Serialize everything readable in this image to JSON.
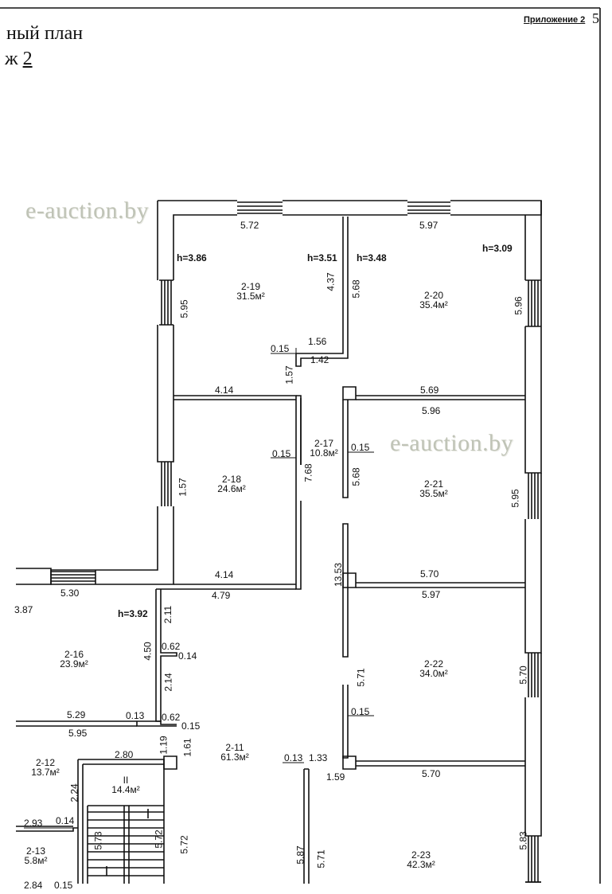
{
  "header": {
    "title_line1": "ный план",
    "title_line2_prefix": "ж",
    "title_line2_number": "2",
    "appendix": "Приложение 2",
    "corner_mark": "5"
  },
  "watermarks": [
    "e-auction.by",
    "e-auction.by"
  ],
  "rooms": [
    {
      "id": "2-19",
      "area": "31.5м²"
    },
    {
      "id": "2-20",
      "area": "35.4м²"
    },
    {
      "id": "2-17",
      "area": "10.8м²"
    },
    {
      "id": "2-18",
      "area": "24.6м²"
    },
    {
      "id": "2-21",
      "area": "35.5м²"
    },
    {
      "id": "2-16",
      "area": "23.9м²"
    },
    {
      "id": "2-22",
      "area": "34.0м²"
    },
    {
      "id": "2-11",
      "area": "61.3м²"
    },
    {
      "id": "2-12",
      "area": "13.7м²"
    },
    {
      "id": "II",
      "area": "14.4м²"
    },
    {
      "id": "2-13",
      "area": "5.8м²"
    },
    {
      "id": "2-23",
      "area": "42.3м²"
    }
  ],
  "heights": [
    "h=3.86",
    "h=3.51",
    "h=3.48",
    "h=3.09",
    "h=3.92"
  ],
  "dimensions": {
    "horizontal": [
      "5.72",
      "5.97",
      "1.56",
      "0.15",
      "1.42",
      "4.14",
      "5.69",
      "5.96",
      "0.15",
      "0.15",
      "4.14",
      "4.79",
      "5.70",
      "5.97",
      "5.30",
      "3.87",
      "0.62",
      "0.14",
      "5.29",
      "5.95",
      "0.13",
      "0.62",
      "0.15",
      "0.15",
      "2.80",
      "0.13",
      "1.33",
      "1.59",
      "5.70",
      "2.93",
      "0.14",
      "2.84",
      "0.15"
    ],
    "vertical": [
      "4.37",
      "5.68",
      "5.95",
      "5.96",
      "1.57",
      "7.68",
      "5.68",
      "1.57",
      "5.95",
      "13.53",
      "2.11",
      "4.50",
      "2.14",
      "5.71",
      "5.70",
      "1.19",
      "1.61",
      "2.24",
      "5.73",
      "5.72",
      "5.72",
      "5.87",
      "5.71",
      "5.83"
    ]
  }
}
